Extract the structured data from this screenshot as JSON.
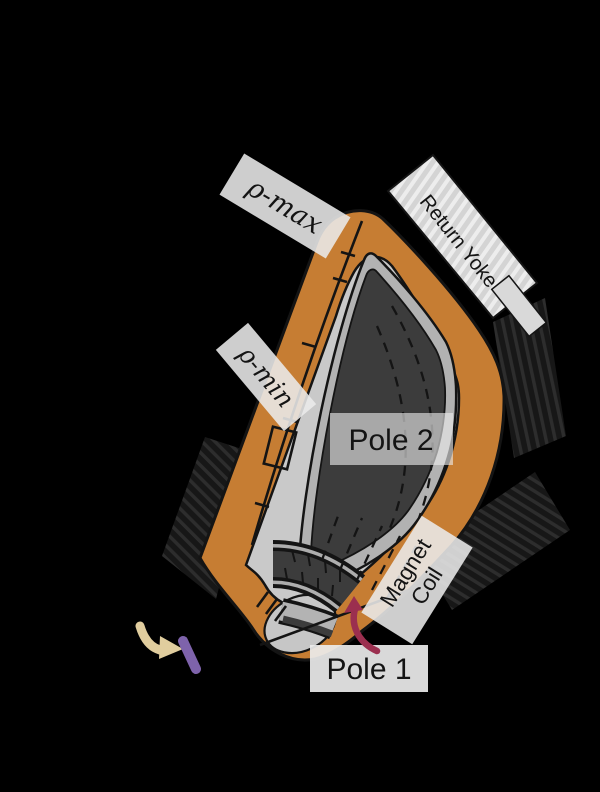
{
  "figure": {
    "labels": {
      "rho_max": "ρ-max",
      "rho_min": "ρ-min",
      "return_yoke": "Return Yoke",
      "pole2": "Pole 2",
      "magnet_coil_line1": "Magnet",
      "magnet_coil_line2": "Coil",
      "pole1": "Pole 1"
    },
    "colors": {
      "background": "#000000",
      "coil": "#C67D33",
      "interior": "#C9C9C9",
      "pole_bevel": "#B2B2B2",
      "pole_face": "#3C3C3C",
      "label_bg": "#EBEBEB",
      "yoke_band": "#D6D6D6",
      "yoke_block": "#1A1A1A",
      "outline": "#141414",
      "trajectory_arrow": "#9B2F4F",
      "beam_arrow": "#E0CD9E",
      "target_marker": "#7E63AB"
    }
  }
}
